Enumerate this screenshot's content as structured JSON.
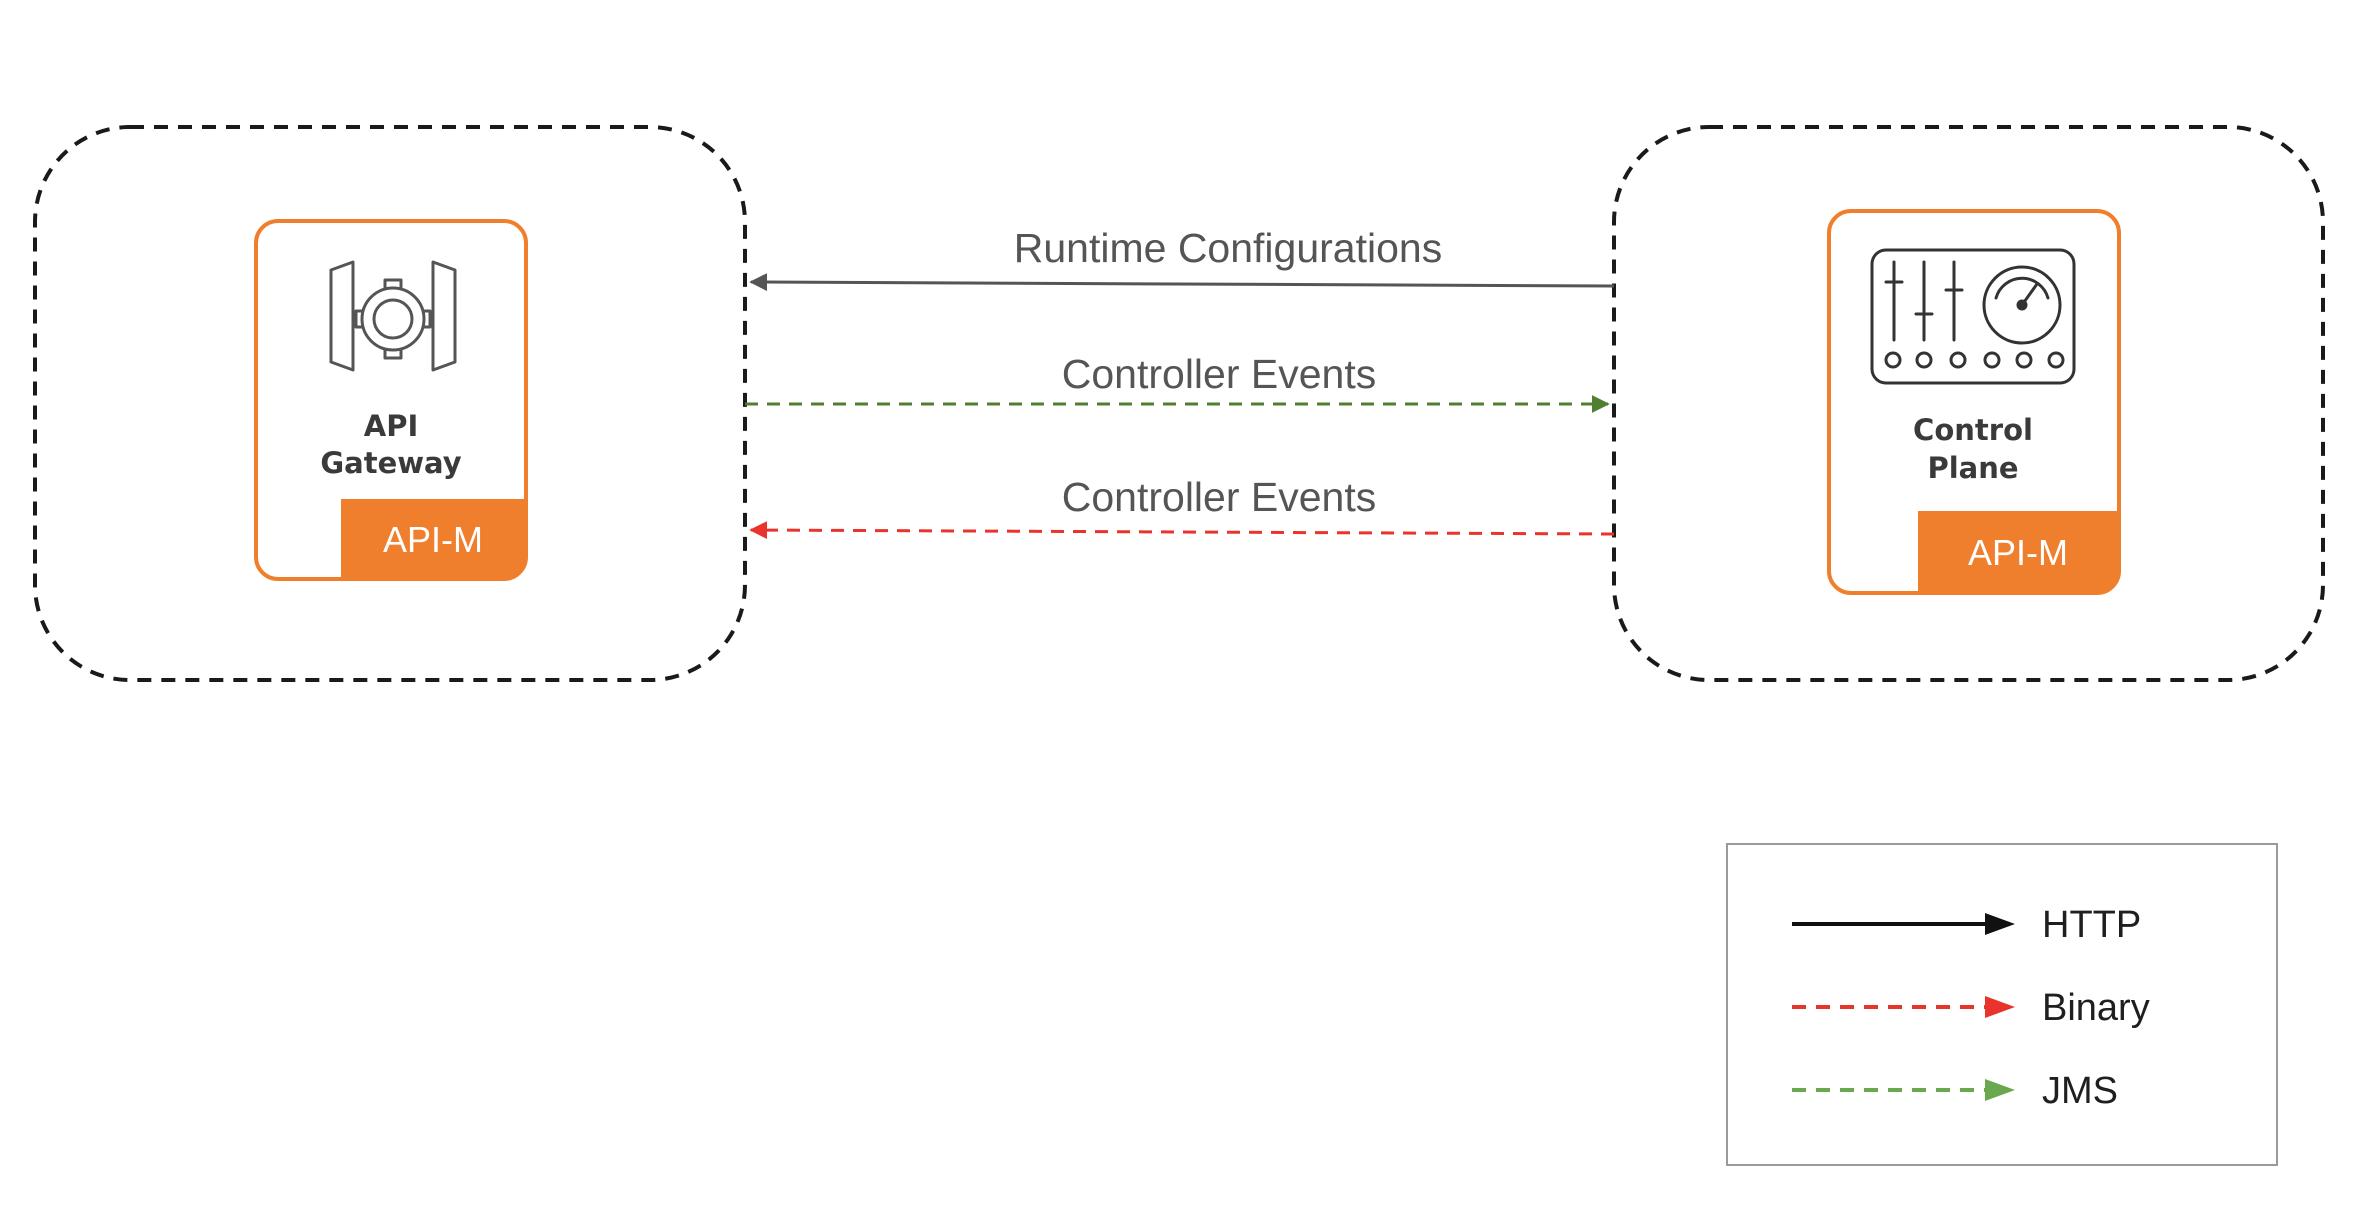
{
  "nodes": {
    "gateway": {
      "title_line1": "API",
      "title_line2": "Gateway",
      "badge": "API-M"
    },
    "control": {
      "title_line1": "Control",
      "title_line2": "Plane",
      "badge": "API-M"
    }
  },
  "edges": [
    {
      "label": "Runtime Configurations",
      "from": "Control Plane",
      "to": "API Gateway",
      "protocol": "HTTP",
      "color": "#555555"
    },
    {
      "label": "Controller Events",
      "from": "API Gateway",
      "to": "Control Plane",
      "protocol": "JMS",
      "color": "#4f7f2f"
    },
    {
      "label": "Controller Events",
      "from": "Control Plane",
      "to": "API Gateway",
      "protocol": "Binary",
      "color": "#e8342c"
    }
  ],
  "legend": {
    "items": [
      {
        "label": "HTTP",
        "color": "#111111"
      },
      {
        "label": "Binary",
        "color": "#e8342c"
      },
      {
        "label": "JMS",
        "color": "#6aa84f"
      }
    ]
  },
  "colors": {
    "accent": "#f07f2d",
    "container_border": "#1a1a1a"
  }
}
